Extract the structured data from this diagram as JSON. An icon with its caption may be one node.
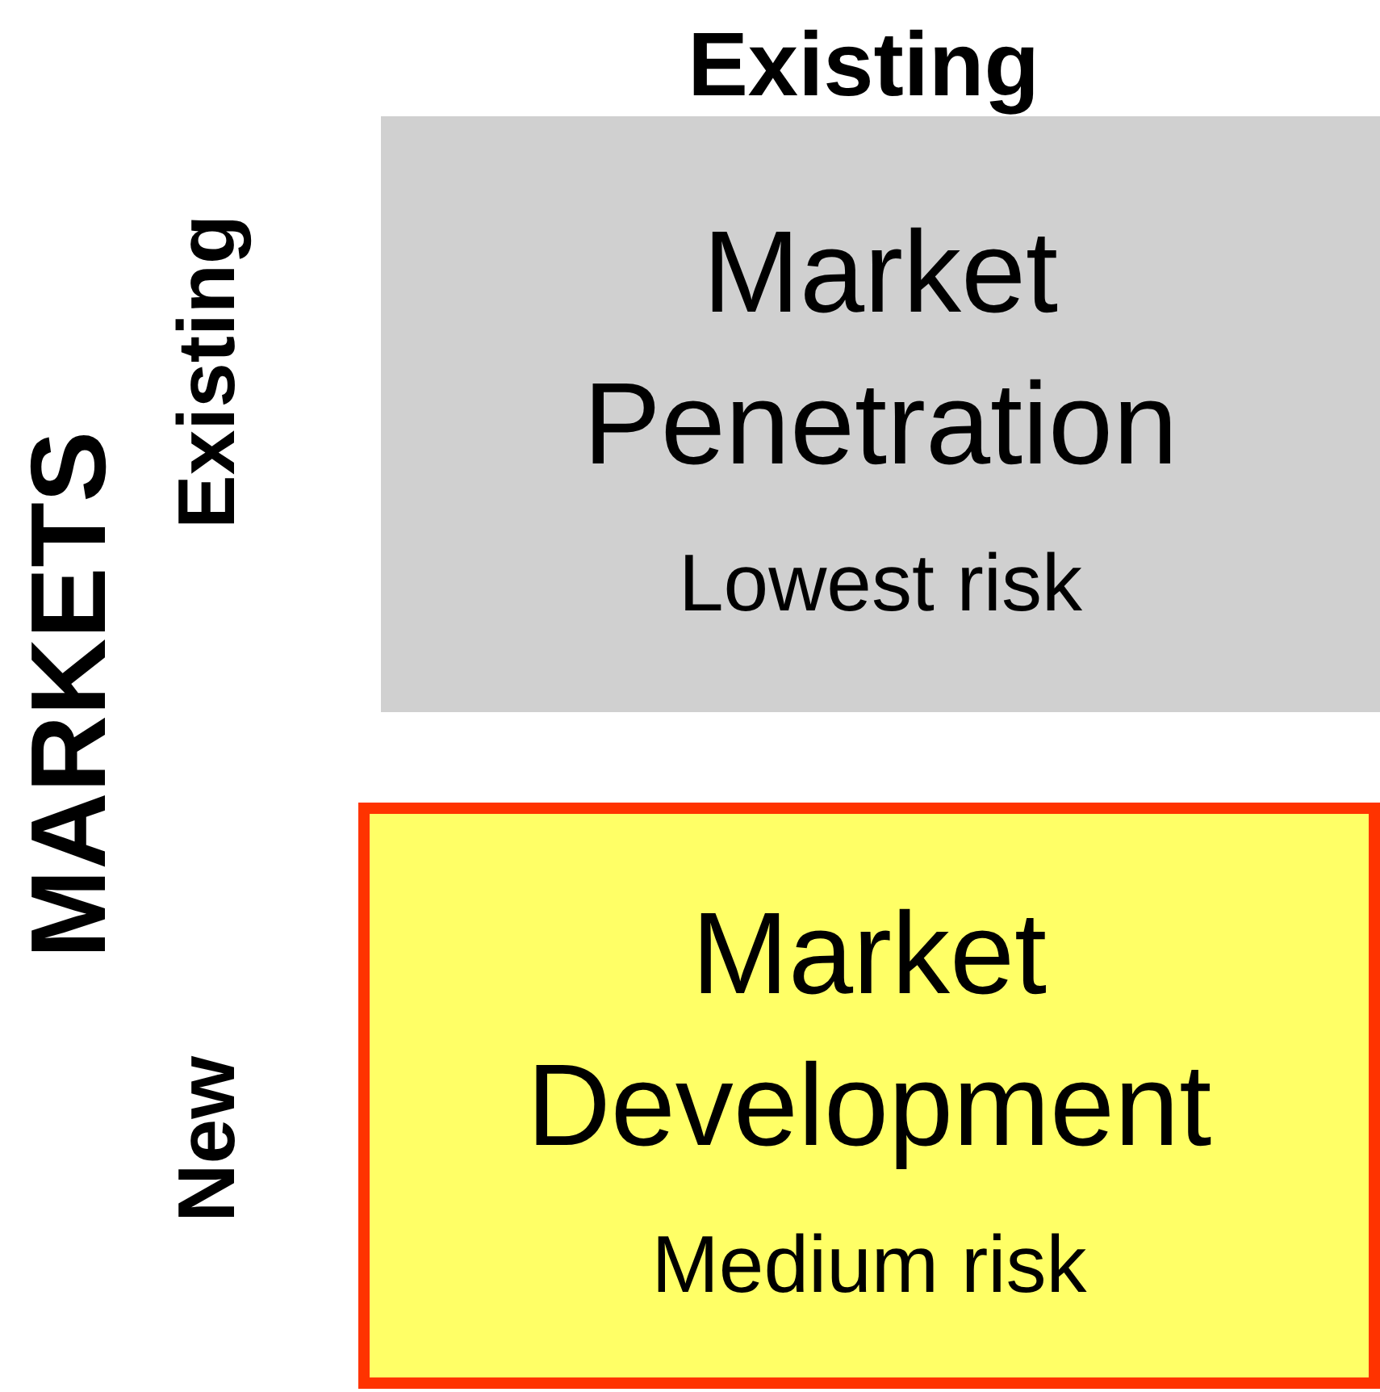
{
  "diagram": {
    "nodes": [
      {
        "text": [
          "Market Penetration",
          "Lowest risk"
        ]
      },
      {
        "text": [
          "Market Development",
          "Medium risk"
        ]
      }
    ],
    "labels": [
      "Existing",
      "MARKETS",
      "Existing",
      "New"
    ]
  }
}
